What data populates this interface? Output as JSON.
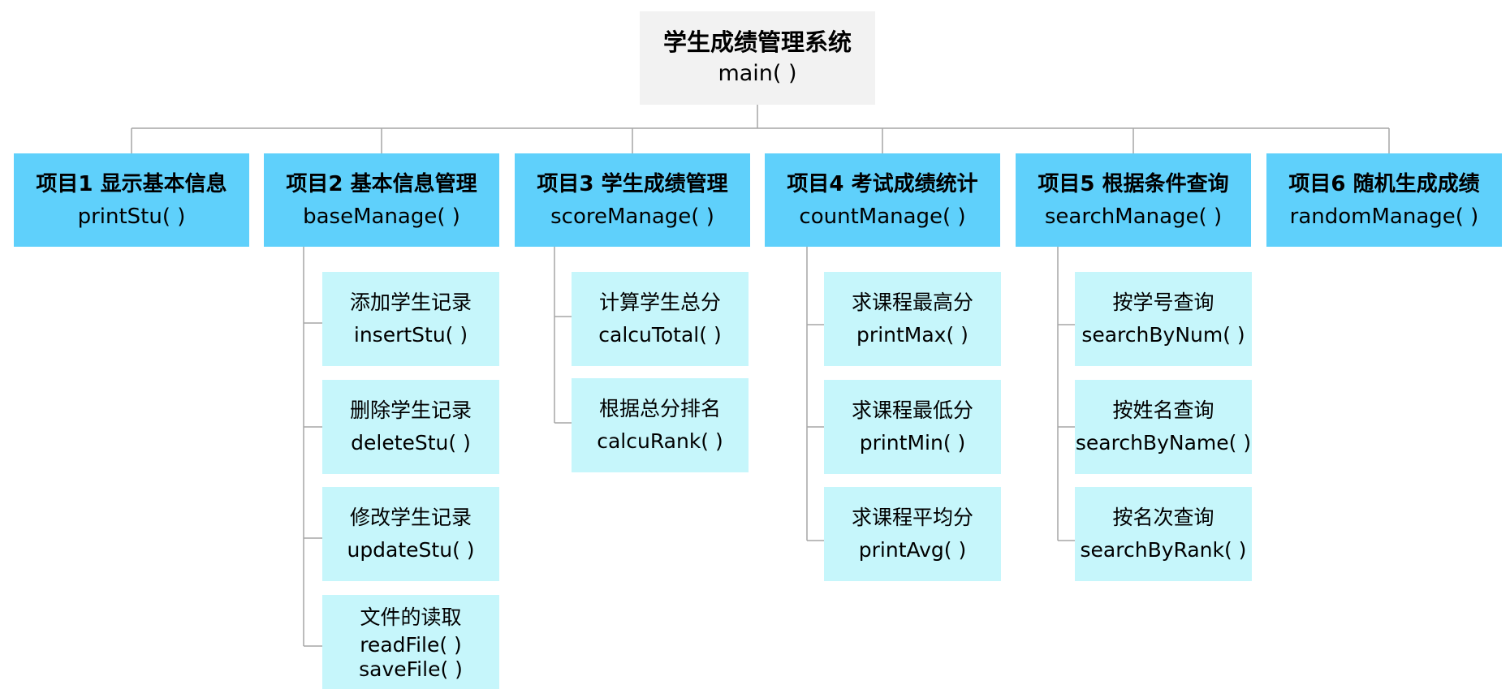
{
  "root": {
    "title": "学生成绩管理系统",
    "func": "main( )"
  },
  "projects": [
    {
      "title": "项目1 显示基本信息",
      "func": "printStu( )"
    },
    {
      "title": "项目2 基本信息管理",
      "func": "baseManage( )"
    },
    {
      "title": "项目3 学生成绩管理",
      "func": "scoreManage( )"
    },
    {
      "title": "项目4 考试成绩统计",
      "func": "countManage( )"
    },
    {
      "title": "项目5 根据条件查询",
      "func": "searchManage( )"
    },
    {
      "title": "项目6 随机生成成绩",
      "func": "randomManage( )"
    }
  ],
  "subs": {
    "p2": [
      {
        "title": "添加学生记录",
        "func": "insertStu( )"
      },
      {
        "title": "删除学生记录",
        "func": "deleteStu( )"
      },
      {
        "title": "修改学生记录",
        "func": "updateStu( )"
      },
      {
        "title": "文件的读取",
        "func": "readFile( )",
        "func2": "saveFile( )"
      }
    ],
    "p3": [
      {
        "title": "计算学生总分",
        "func": "calcuTotal( )"
      },
      {
        "title": "根据总分排名",
        "func": "calcuRank( )"
      }
    ],
    "p4": [
      {
        "title": "求课程最高分",
        "func": "printMax( )"
      },
      {
        "title": "求课程最低分",
        "func": "printMin( )"
      },
      {
        "title": "求课程平均分",
        "func": "printAvg( )"
      }
    ],
    "p5": [
      {
        "title": "按学号查询",
        "func": "searchByNum( )"
      },
      {
        "title": "按姓名查询",
        "func": "searchByName( )"
      },
      {
        "title": "按名次查询",
        "func": "searchByRank( )"
      }
    ]
  },
  "colors": {
    "root_fill": "#f2f2f2",
    "project_fill": "#5fd0fb",
    "sub_fill": "#c6f6fb",
    "connector": "#a6a6a6"
  }
}
